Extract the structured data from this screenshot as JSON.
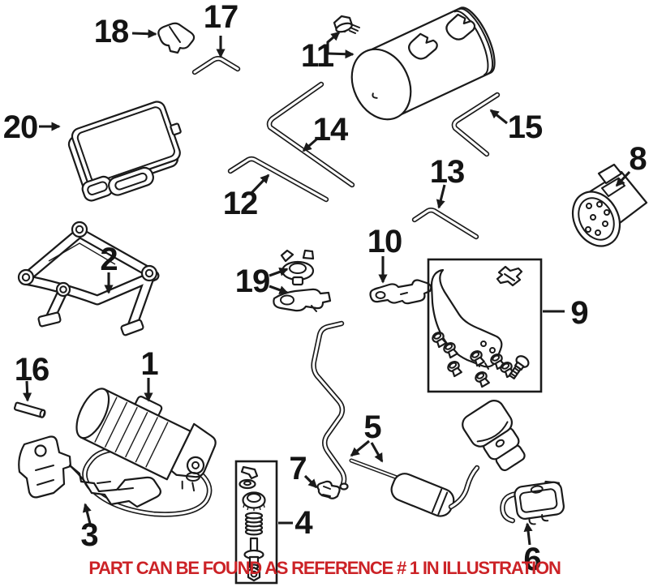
{
  "diagram": {
    "background_color": "#ffffff",
    "line_color": "#1a1a1a"
  },
  "banner": {
    "text": "PART CAN BE FOUND AS REFERENCE # 1 IN ILLUSTRATION",
    "color": "#cc2327"
  },
  "parts": [
    {
      "number": "1",
      "name": "air-suspension-compressor"
    },
    {
      "number": "2",
      "name": "compressor-mounting-bracket"
    },
    {
      "number": "3",
      "name": "support-bracket"
    },
    {
      "number": "4",
      "name": "mounting-hardware-kit"
    },
    {
      "number": "5",
      "name": "pressure-hose-with-silencer"
    },
    {
      "number": "6",
      "name": "noise-suppressor-block"
    },
    {
      "number": "7",
      "name": "retaining-clip"
    },
    {
      "number": "8",
      "name": "connector-block"
    },
    {
      "number": "9",
      "name": "repair-kit-bracket-with-screws"
    },
    {
      "number": "10",
      "name": "small-holder-bracket"
    },
    {
      "number": "11",
      "name": "air-reservoir-tank-with-bolt"
    },
    {
      "number": "12",
      "name": "air-line-long"
    },
    {
      "number": "13",
      "name": "air-line-short"
    },
    {
      "number": "14",
      "name": "air-line-bent"
    },
    {
      "number": "15",
      "name": "air-line-elbow"
    },
    {
      "number": "16",
      "name": "pin"
    },
    {
      "number": "17",
      "name": "air-line-angled"
    },
    {
      "number": "18",
      "name": "vent-elbow"
    },
    {
      "number": "19",
      "name": "valve-with-plate"
    },
    {
      "number": "20",
      "name": "control-module"
    }
  ]
}
